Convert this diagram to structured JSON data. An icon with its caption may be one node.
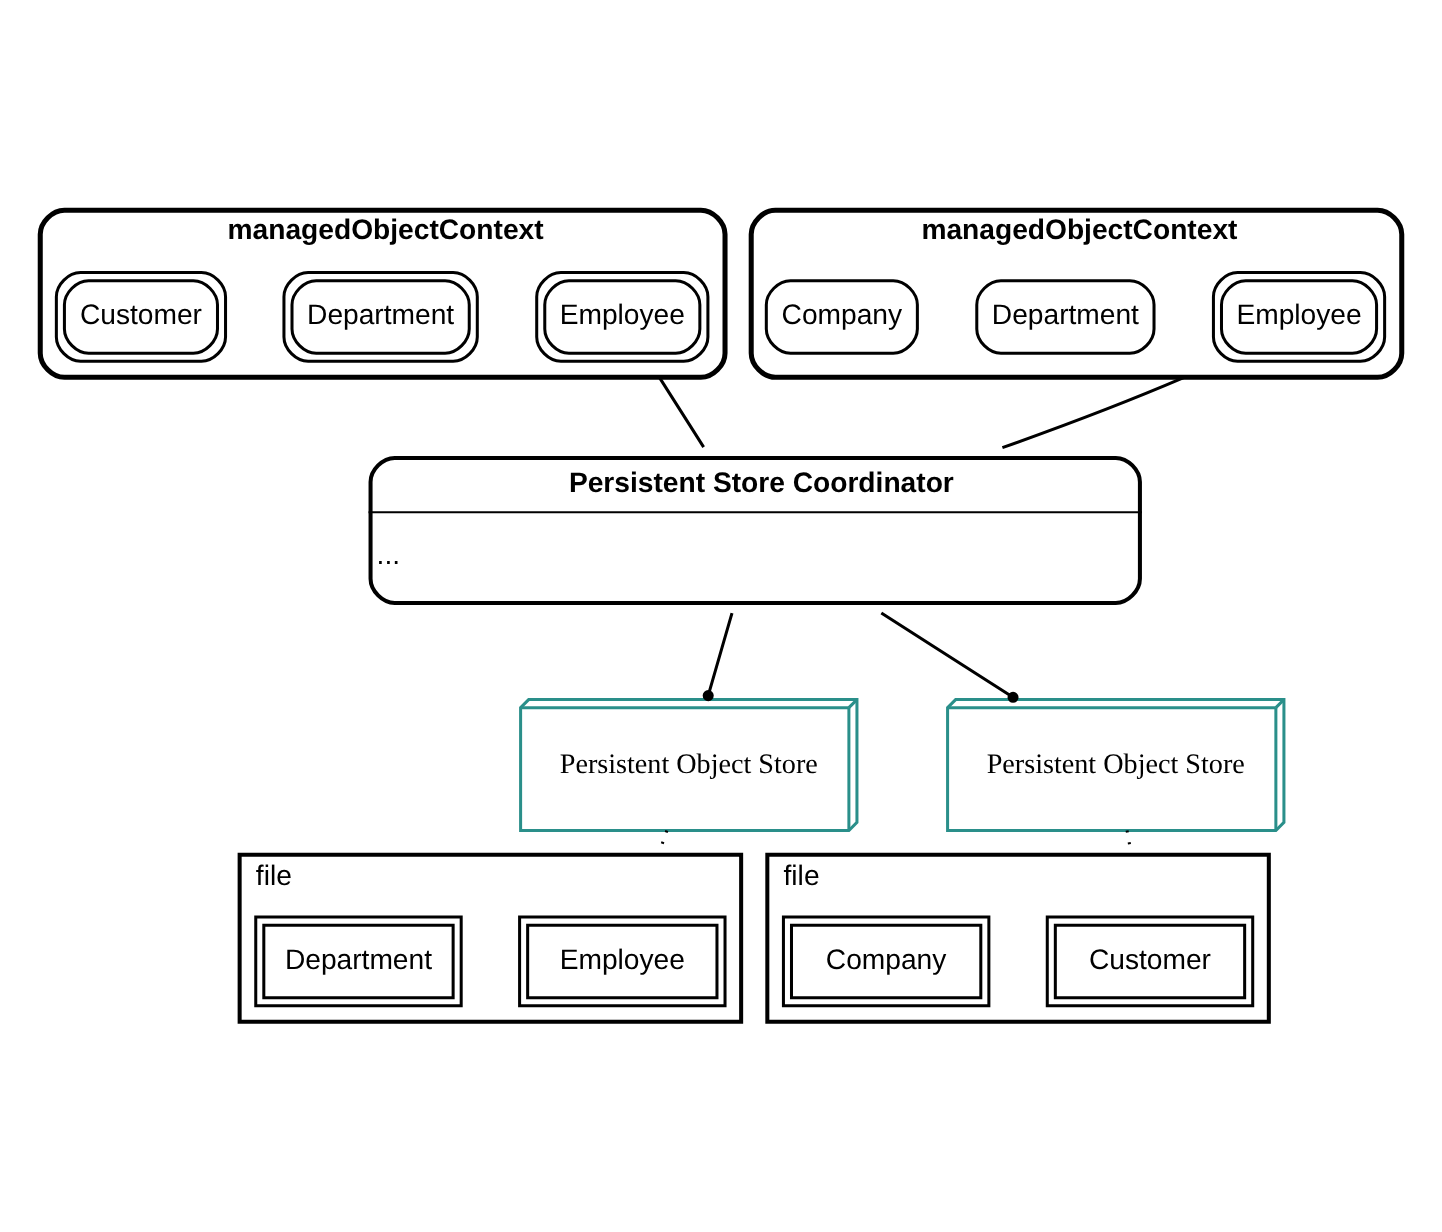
{
  "diagram": {
    "nodes": [
      {
        "text": [
          "managedObjectContext"
        ]
      },
      {
        "text": [
          "Employee"
        ],
        "in": 0
      },
      {
        "text": [
          "Department"
        ],
        "in": 0
      },
      {
        "text": [
          "Customer"
        ],
        "in": 0
      },
      {
        "text": [
          "managedObjectContext"
        ]
      },
      {
        "text": [
          "Employee"
        ],
        "in": 4
      },
      {
        "text": [
          "Department"
        ],
        "in": 4
      },
      {
        "text": [
          "Company"
        ],
        "in": 4
      },
      {
        "text": [
          "Persistent Store Coordinator",
          "..."
        ]
      },
      {
        "text": [
          "Persistent Object Store"
        ]
      },
      {
        "text": [
          "Persistent Object Store"
        ]
      },
      {
        "text": [
          "file"
        ]
      },
      {
        "text": [
          "Employee"
        ],
        "in": 11
      },
      {
        "text": [
          "Department"
        ],
        "in": 11
      },
      {
        "text": [
          "file"
        ]
      },
      {
        "text": [
          "Customer"
        ],
        "in": 14
      },
      {
        "text": [
          "Company"
        ],
        "in": 14
      }
    ],
    "edges": [
      {
        "from": 0,
        "to": 8,
        "arrow": "none"
      },
      {
        "from": 4,
        "to": 8,
        "arrow": "none"
      },
      {
        "from": 8,
        "to": 9,
        "arrow": "other"
      },
      {
        "from": 8,
        "to": 10,
        "arrow": "other"
      },
      {
        "from": 9,
        "to": 11,
        "arrow": "none",
        "style": "dashed"
      },
      {
        "from": 10,
        "to": 14,
        "arrow": "none",
        "style": "dashed"
      }
    ]
  }
}
